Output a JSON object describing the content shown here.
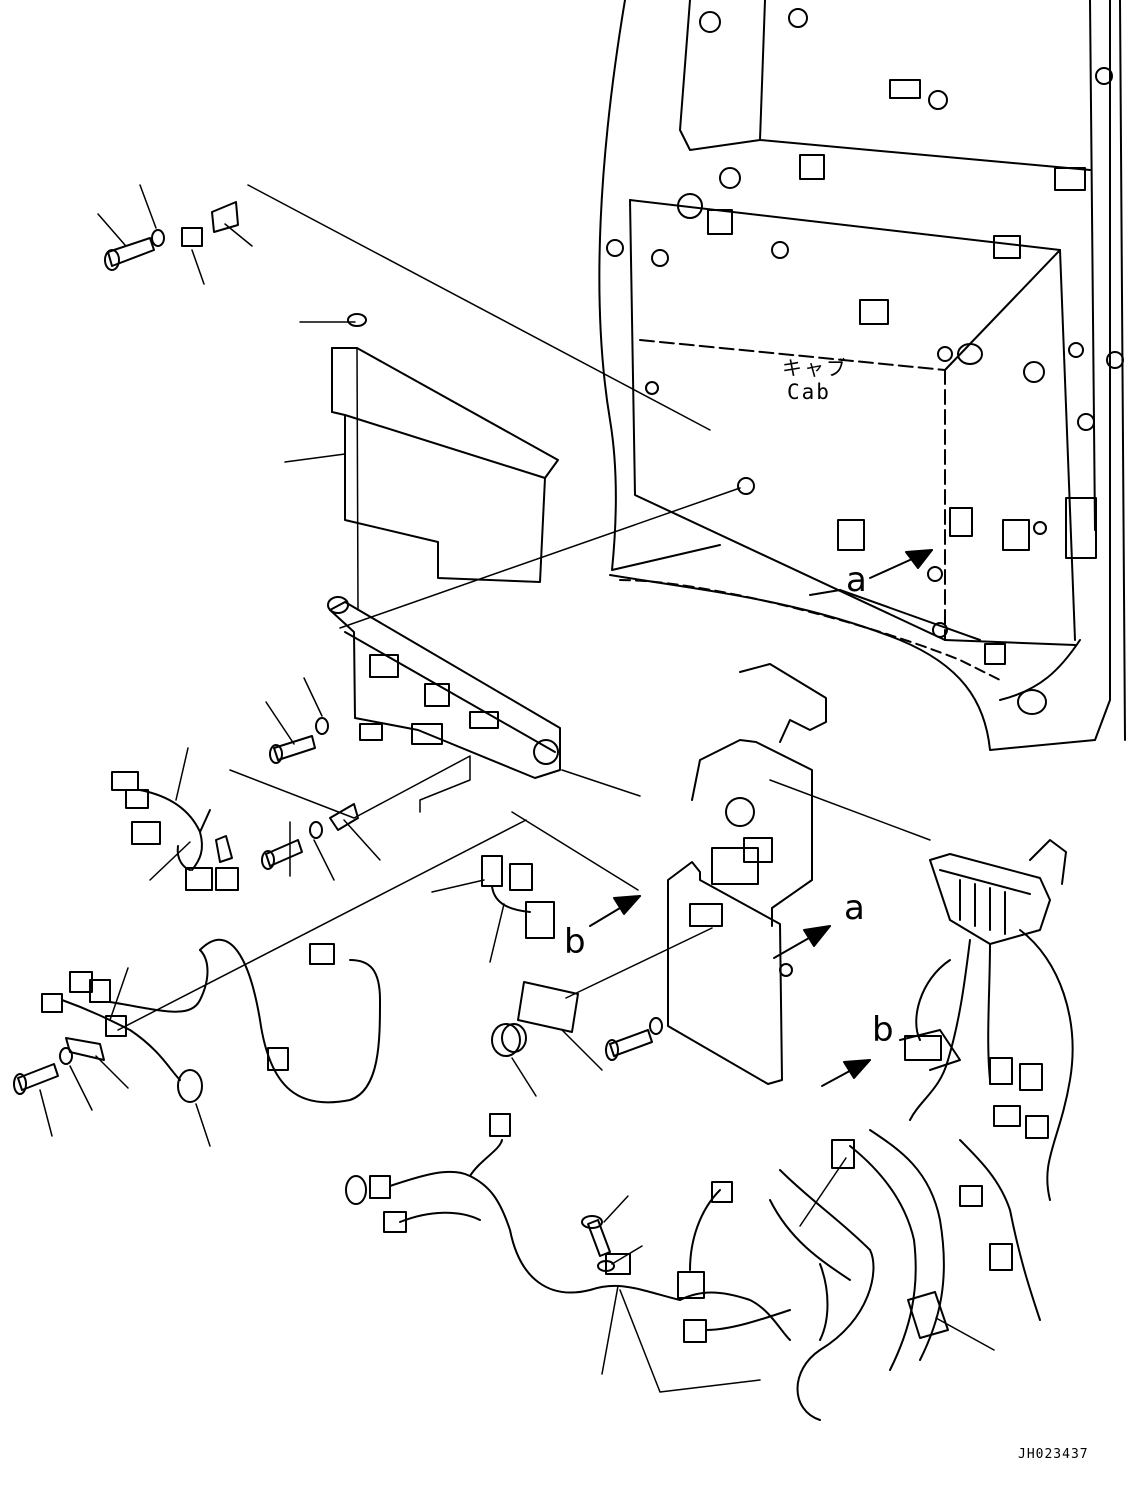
{
  "labels": {
    "cab_ja": "キャブ",
    "cab_en": "Cab",
    "ref_a": "a",
    "ref_b": "b",
    "drawing_code": "JH023437"
  }
}
